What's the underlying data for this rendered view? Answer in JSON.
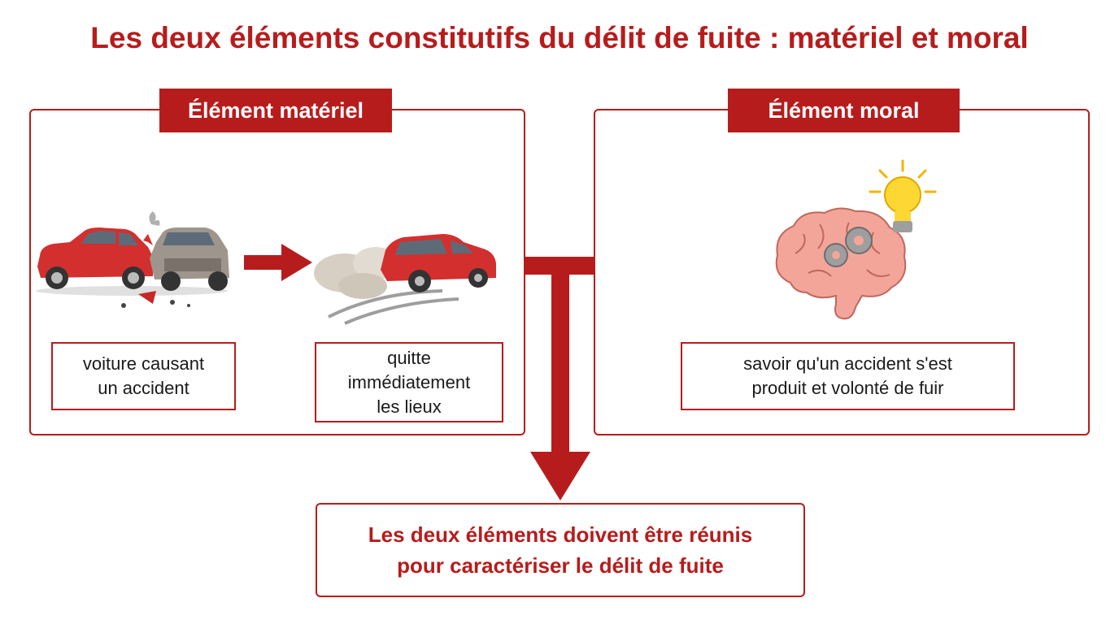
{
  "title": "Les deux éléments constitutifs du délit de fuite : matériel et moral",
  "left_panel": {
    "heading": "Élément matériel",
    "step1_line1": "voiture causant",
    "step1_line2": "un accident",
    "step2_line1": "quitte",
    "step2_line2": "immédiatement",
    "step2_line3": "les lieux"
  },
  "right_panel": {
    "heading": "Élément moral",
    "text_line1": "savoir qu'un accident s'est",
    "text_line2": "produit et volonté de fuir"
  },
  "result": {
    "line1": "Les deux éléments doivent être réunis",
    "line2": "pour caractériser le délit de fuite"
  },
  "colors": {
    "accent": "#b71c1c",
    "car_red": "#d32f2f",
    "brain_pink": "#f3a59a",
    "bulb_yellow": "#fdd835"
  },
  "icons": [
    "car-crash-illustration",
    "right-arrow-icon",
    "car-fleeing-illustration",
    "brain-gears-illustration",
    "lightbulb-icon",
    "down-arrow-icon"
  ]
}
